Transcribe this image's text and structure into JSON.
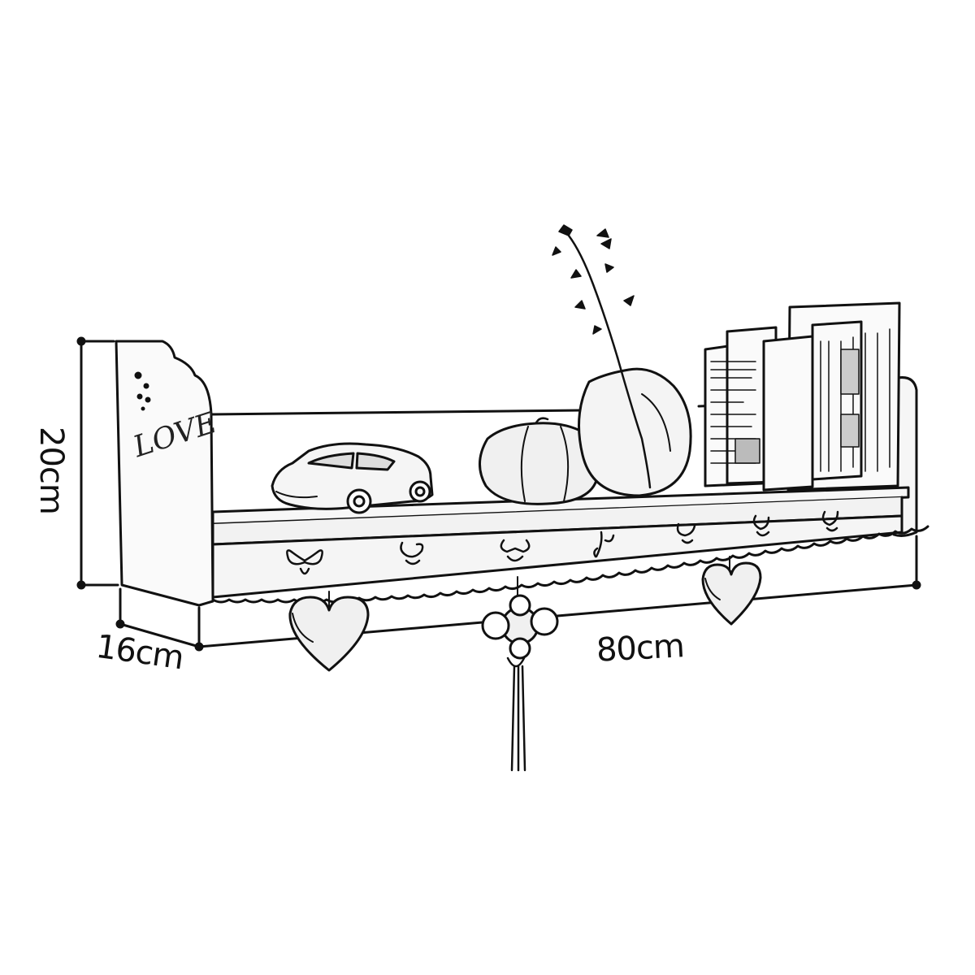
{
  "dimensions": {
    "height": "20cm",
    "depth": "16cm",
    "width": "80cm"
  },
  "shelf_text": "LOVE",
  "items": [
    "car-model",
    "pumpkin",
    "vase-with-flower",
    "books",
    "heart-hook-left",
    "chinese-knot-hook",
    "heart-hook-right"
  ],
  "colors": {
    "line": "#111111",
    "fill": "#ffffff",
    "shade": "#dcdcdc"
  }
}
